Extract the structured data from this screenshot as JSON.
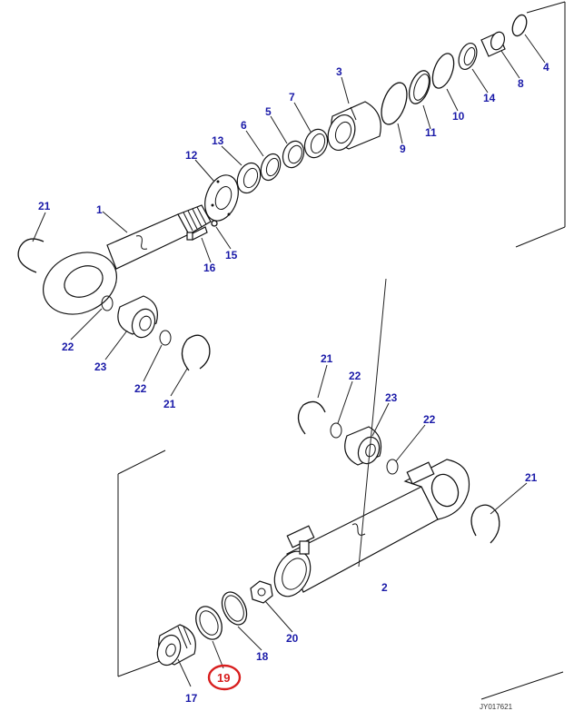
{
  "diagram": {
    "reference_code": "JY017621",
    "highlighted_part": "19",
    "colors": {
      "label": "#1a1aa8",
      "highlight": "#d81e1e",
      "line": "#111111"
    },
    "labels": {
      "p1": "1",
      "p2": "2",
      "p3": "3",
      "p4": "4",
      "p5": "5",
      "p6": "6",
      "p7": "7",
      "p8": "8",
      "p9": "9",
      "p10": "10",
      "p11": "11",
      "p12": "12",
      "p13": "13",
      "p14": "14",
      "p15": "15",
      "p16": "16",
      "p17": "17",
      "p18": "18",
      "p19": "19",
      "p20": "20",
      "p21": "21",
      "p22": "22",
      "p23": "23"
    }
  }
}
